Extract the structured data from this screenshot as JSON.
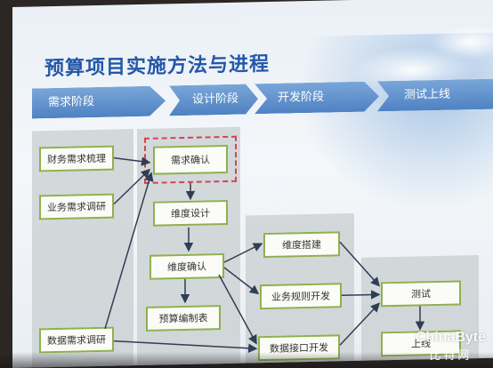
{
  "slide": {
    "title": "预算项目实施方法与进程",
    "phases": [
      "需求阶段",
      "设计阶段",
      "开发阶段",
      "测试上线"
    ]
  },
  "nodes": {
    "finance_req": "财务需求梳理",
    "business_req": "业务需求调研",
    "data_req": "数据需求调研",
    "req_confirm": "需求确认",
    "dim_design": "维度设计",
    "dim_confirm": "维度确认",
    "budget_table": "预算编制表",
    "dim_build": "维度搭建",
    "rule_dev": "业务规则开发",
    "interface_dev": "数据接口开发",
    "test": "测试",
    "golive": "上线"
  },
  "watermark": {
    "brand": "ChinaByte",
    "cn": "比特网"
  }
}
